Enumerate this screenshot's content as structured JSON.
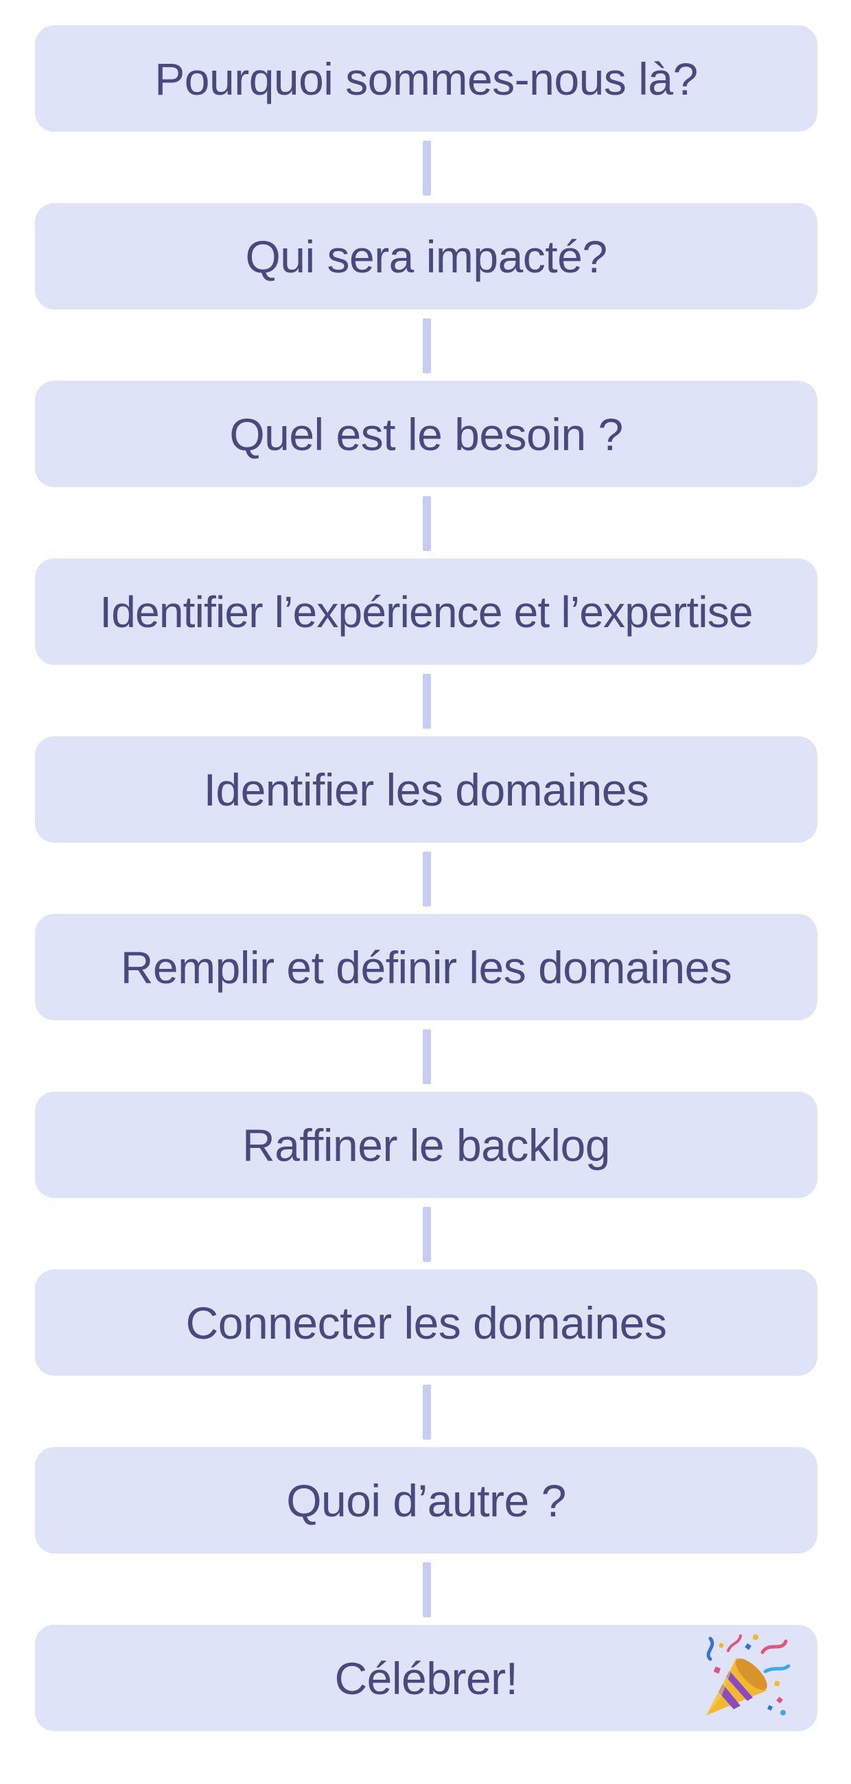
{
  "steps": [
    {
      "label": "Pourquoi sommes-nous là?"
    },
    {
      "label": "Qui sera impacté?"
    },
    {
      "label": "Quel est le besoin ?"
    },
    {
      "label": "Identifier l’expérience et l’expertise"
    },
    {
      "label": "Identifier les domaines"
    },
    {
      "label": "Remplir et définir les domaines"
    },
    {
      "label": "Raffiner le backlog"
    },
    {
      "label": "Connecter les domaines"
    },
    {
      "label": "Quoi d’autre ?"
    },
    {
      "label": "Célébrer!",
      "icon": "party-popper-icon"
    }
  ],
  "colors": {
    "box_fill": "#dfe3f7",
    "text": "#484a7e",
    "connector": "#c6cdf0"
  }
}
